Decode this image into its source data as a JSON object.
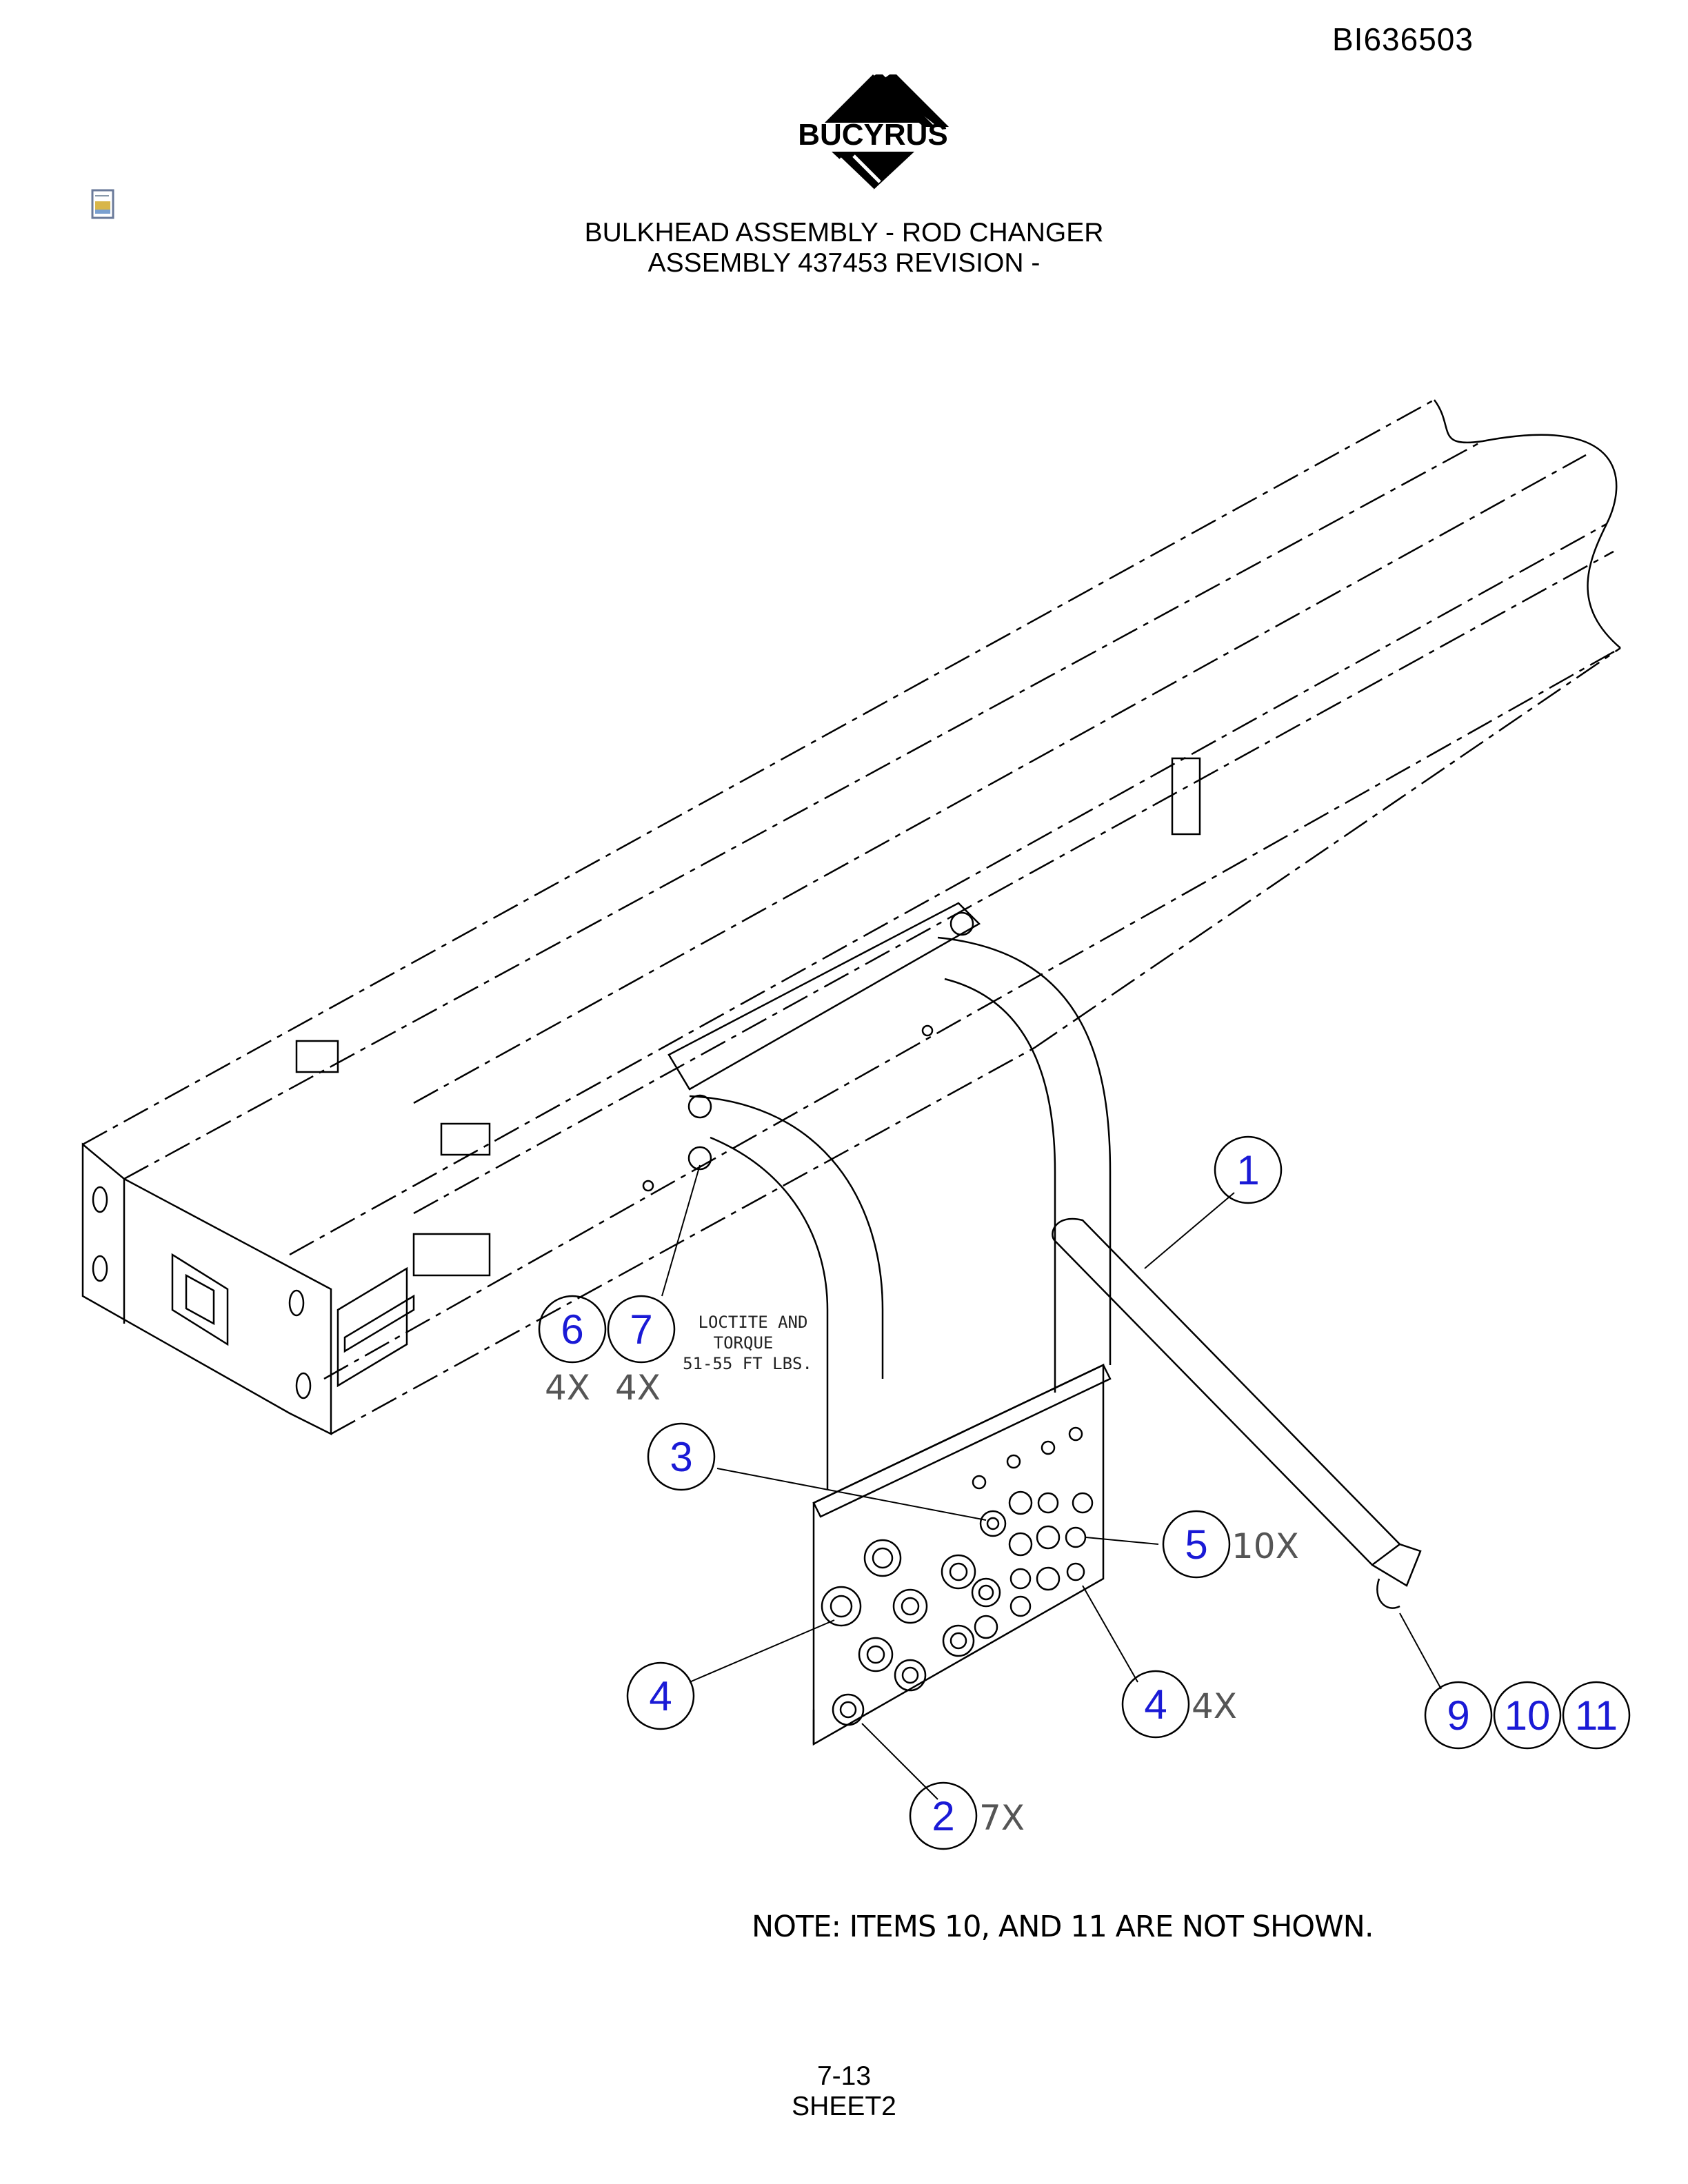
{
  "document_id": "BI636503",
  "title_line1": "BULKHEAD ASSEMBLY - ROD CHANGER",
  "title_line2": "ASSEMBLY 437453 REVISION -",
  "logo_text": "BUCYRUS",
  "icons": {
    "file": "document-icon",
    "logo": "bucyrus-logo"
  },
  "balloons": [
    {
      "id": "1",
      "qty": ""
    },
    {
      "id": "6",
      "qty": "4X"
    },
    {
      "id": "7",
      "qty": "4X"
    },
    {
      "id": "3",
      "qty": ""
    },
    {
      "id": "5",
      "qty": "10X"
    },
    {
      "id": "4",
      "qty": ""
    },
    {
      "id": "4",
      "qty": "4X"
    },
    {
      "id": "2",
      "qty": "7X"
    },
    {
      "id": "9",
      "qty": ""
    },
    {
      "id": "10",
      "qty": ""
    },
    {
      "id": "11",
      "qty": ""
    }
  ],
  "annotation": [
    "LOCTITE AND",
    "TORQUE",
    "51-55 FT LBS."
  ],
  "note": "NOTE: ITEMS 10, AND 11 ARE NOT SHOWN.",
  "page_number": "7-13",
  "sheet": "SHEET2",
  "colors": {
    "balloon_number": "#1a1ad6",
    "line": "#000000"
  }
}
